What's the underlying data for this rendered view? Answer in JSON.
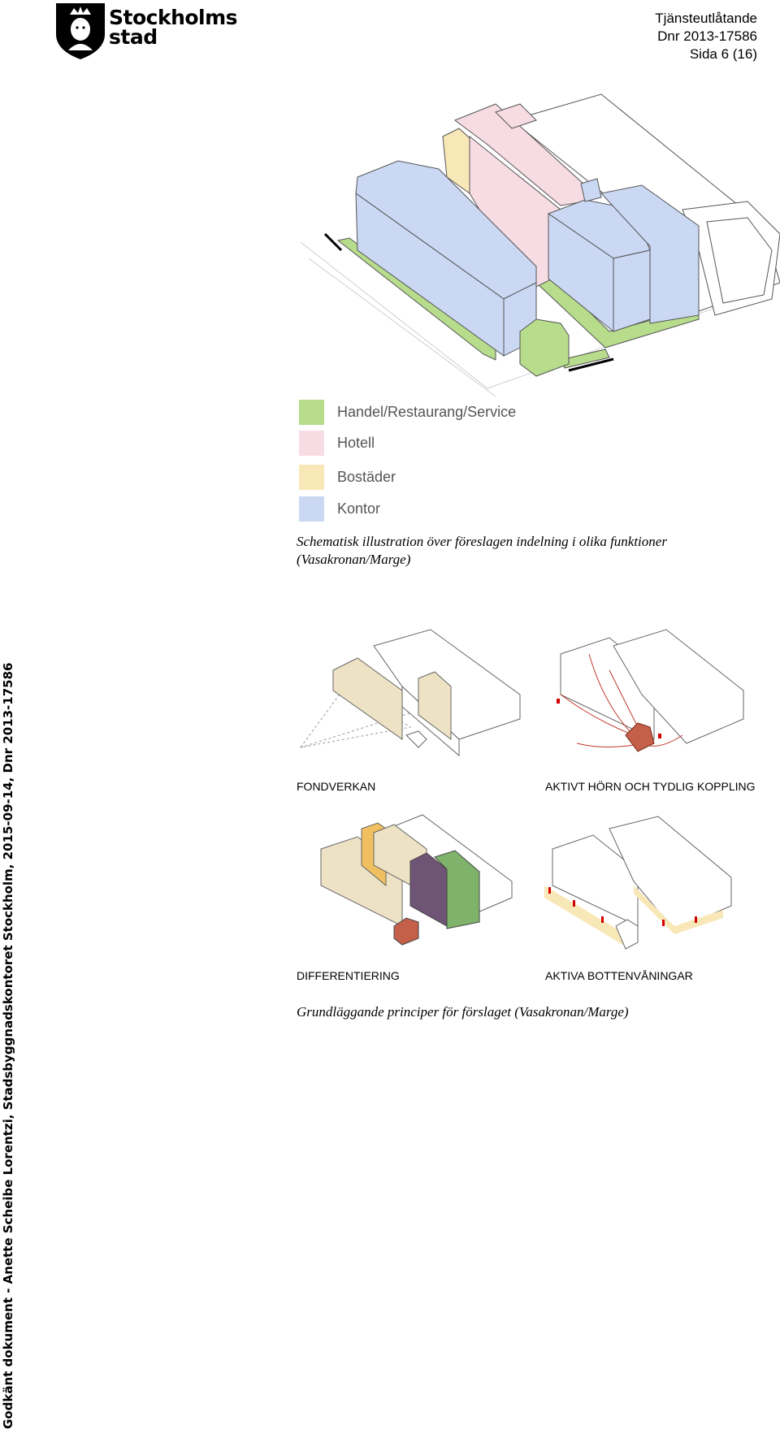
{
  "header": {
    "logo": {
      "line1": "Stockholms",
      "line2": "stad"
    },
    "doc_type": "Tjänsteutlåtande",
    "dnr": "Dnr 2013-17586",
    "page": "Sida 6 (16)"
  },
  "sidebar_text": "Godkänt dokument - Anette Scheibe Lorentzi, Stadsbyggnadskontoret Stockholm, 2015-09-14, Dnr 2013-17586",
  "main_figure": {
    "legend": [
      {
        "label": "Handel/Restaurang/Service",
        "color": "#b6dc8c"
      },
      {
        "label": "Hotell",
        "color": "#f7dde3"
      },
      {
        "label": "Bostäder",
        "color": "#f8e8b8"
      },
      {
        "label": "Kontor",
        "color": "#cbd8f4"
      }
    ],
    "caption": "Schematisk illustration över föreslagen indelning i olika funktioner (Vasakronan/Marge)"
  },
  "principles": {
    "labels": [
      "FONDVERKAN",
      "AKTIVT HÖRN OCH TYDLIG KOPPLING",
      "DIFFERENTIERING",
      "AKTIVA BOTTENVÅNINGAR"
    ],
    "caption": "Grundläggande principer för förslaget (Vasakronan/Marge)"
  },
  "colors": {
    "green": "#b6dc8c",
    "pink": "#f7dde3",
    "yellow": "#f8e8b8",
    "blue": "#cbd8f4",
    "beige": "#ede2c4",
    "purple": "#6e5475",
    "red": "#c4604a",
    "orange": "#f0c060",
    "dkgreen": "#7fb26a"
  }
}
